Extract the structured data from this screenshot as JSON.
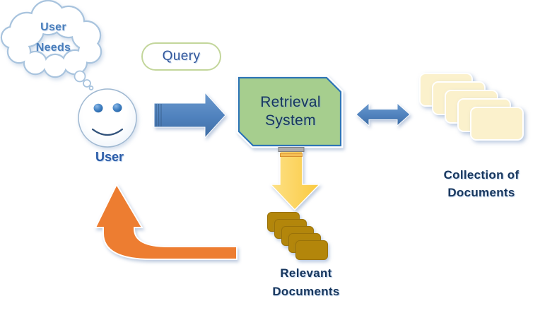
{
  "diagram": {
    "thought_cloud": {
      "lines": [
        "User",
        "Needs"
      ]
    },
    "user": {
      "label": "User"
    },
    "query": {
      "label": "Query"
    },
    "retrieval_system": {
      "lines": [
        "Retrieval",
        "System"
      ]
    },
    "collection_documents": {
      "lines": [
        "Collection of",
        "Documents"
      ],
      "card_count": 5
    },
    "relevant_documents": {
      "lines": [
        "Relevant",
        "Documents"
      ],
      "card_count": 5
    }
  },
  "icons": {
    "thought_cloud": "cloud-callout",
    "user": "smiley-face",
    "query_flow": "right-block-arrow",
    "system_collection_link": "double-headed-arrow",
    "results_flow": "down-block-arrow",
    "feedback_loop": "curved-up-arrow",
    "collection_documents": "stacked-cards",
    "relevant_documents": "stacked-cards"
  },
  "colors": {
    "background": "#FFFFFF",
    "cloud_outline": "#A9C4DE",
    "cloud_text": "#4A7EBB",
    "user_label": "#2B5CA8",
    "label_navy": "#17365D",
    "query_border": "#C3D69B",
    "query_text": "#31569B",
    "arrow_blue": "#4F81BD",
    "arrow_yellow": "#FBD05A",
    "arrow_orange": "#ED7D31",
    "box_fill": "#A6CE8E",
    "box_border": "#2E75B6",
    "collection_card_fill": "#FBF1CC",
    "relevant_card_fill": "#B3860B"
  }
}
